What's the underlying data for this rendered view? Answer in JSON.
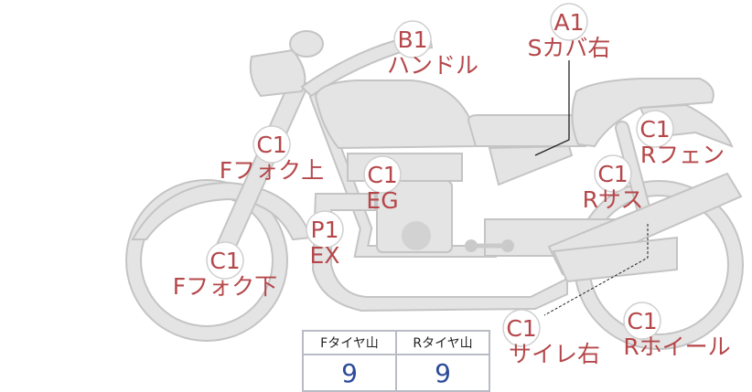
{
  "colors": {
    "part_fill": "#e4e4e4",
    "part_stroke": "#c4c4c4",
    "badge_text": "#b5474a",
    "value_text": "#2c4a9a"
  },
  "markers": [
    {
      "id": "handle",
      "grade": "B1",
      "label": "ハンドル"
    },
    {
      "id": "side-cover-right",
      "grade": "A1",
      "label": "Sカバ右"
    },
    {
      "id": "rear-fender",
      "grade": "C1",
      "label": "Rフェン"
    },
    {
      "id": "front-fork-upper",
      "grade": "C1",
      "label": "Fフォク上"
    },
    {
      "id": "engine",
      "grade": "C1",
      "label": "EG"
    },
    {
      "id": "rear-suspension",
      "grade": "C1",
      "label": "Rサス"
    },
    {
      "id": "exhaust",
      "grade": "P1",
      "label": "EX"
    },
    {
      "id": "front-fork-lower",
      "grade": "C1",
      "label": "Fフォク下"
    },
    {
      "id": "silencer-right",
      "grade": "C1",
      "label": "サイレ右"
    },
    {
      "id": "rear-wheel",
      "grade": "C1",
      "label": "Rホイール"
    }
  ],
  "tire_table": {
    "headers": [
      "Fタイヤ山",
      "Rタイヤ山"
    ],
    "values": [
      "9",
      "9"
    ]
  }
}
